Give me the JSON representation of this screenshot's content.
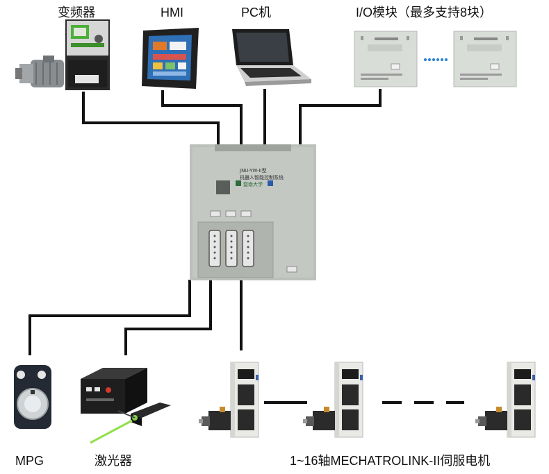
{
  "labels": {
    "vfd": "变频器",
    "hmi": "HMI",
    "pc": "PC机",
    "io": "I/O模块（最多支持8块）",
    "mpg": "MPG",
    "laser": "激光器",
    "servo": "1~16轴MECHATROLINK-II伺服电机"
  },
  "controller": {
    "model": "JNU-YW-II型",
    "name": "机器人智能控制系统",
    "brand": "暨南大学"
  },
  "colors": {
    "wire": "#111111",
    "controller_body": "#b9bdb8",
    "io_body": "#d9ddd8",
    "servo_body": "#e9eae6",
    "vfd_green": "#4caf3a"
  }
}
